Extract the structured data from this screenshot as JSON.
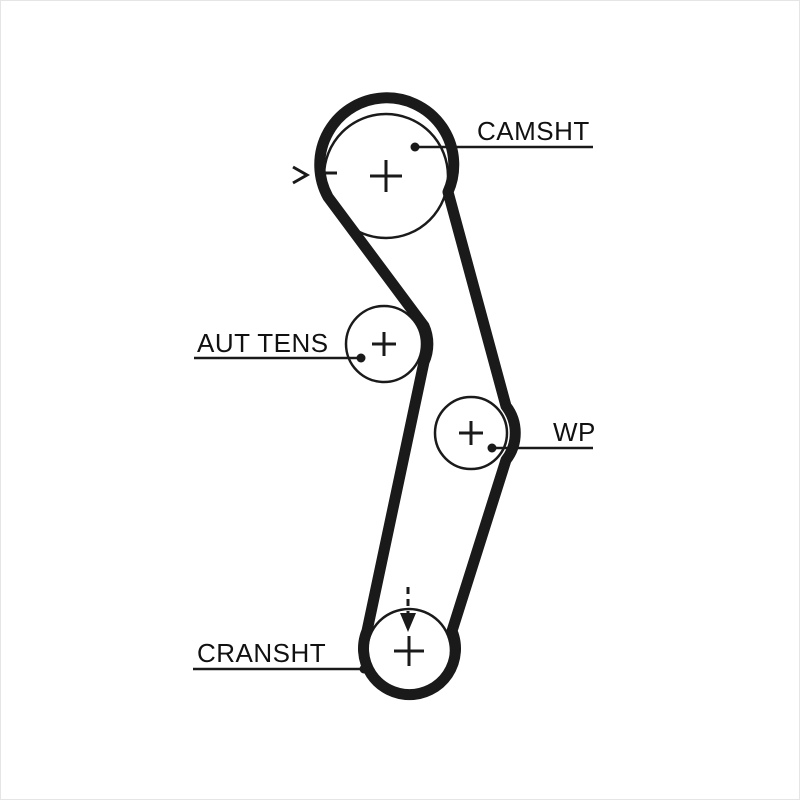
{
  "page": {
    "background": "#ffffff",
    "line_color": "#1a1a1a"
  },
  "diagram": {
    "type": "timing-belt-routing",
    "labels": {
      "camshaft": "CAMSHT",
      "tensioner": "AUT TENS",
      "water_pump": "WP",
      "crankshaft": "CRANSHT"
    },
    "components": [
      {
        "id": "camshaft-pulley",
        "label": "CAMSHT"
      },
      {
        "id": "automatic-tensioner-pulley",
        "label": "AUT TENS"
      },
      {
        "id": "water-pump-pulley",
        "label": "WP"
      },
      {
        "id": "crankshaft-pulley",
        "label": "CRANSHT"
      }
    ],
    "marks": {
      "camshaft_timing_mark": "arrow-and-dash",
      "crankshaft_alignment_mark": "dashed-down-arrow"
    }
  }
}
